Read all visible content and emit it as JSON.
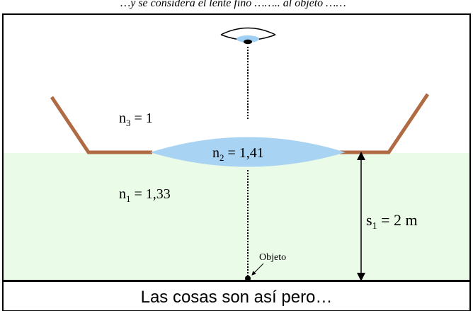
{
  "top_text": "…y se considera el lente fino …….. al objeto ……",
  "labels": {
    "n3_base": "n",
    "n3_sub": "3",
    "n3_rest": " = 1",
    "n2_base": "n",
    "n2_sub": "2",
    "n2_rest": " = 1,41",
    "n1_base": "n",
    "n1_sub": "1",
    "n1_rest": " = 1,33",
    "s1_base": "s",
    "s1_sub": "1",
    "s1_rest": " = 2 m",
    "object": "Objeto"
  },
  "caption": "Las cosas son así pero…",
  "colors": {
    "water": "#eafbe8",
    "lens": "#a9d3f2",
    "wall": "#b06b45",
    "pupil": "#9fd0f3",
    "border": "#000000"
  },
  "icons": {
    "eye": "eye-icon",
    "object_dot": "object-point-icon"
  }
}
